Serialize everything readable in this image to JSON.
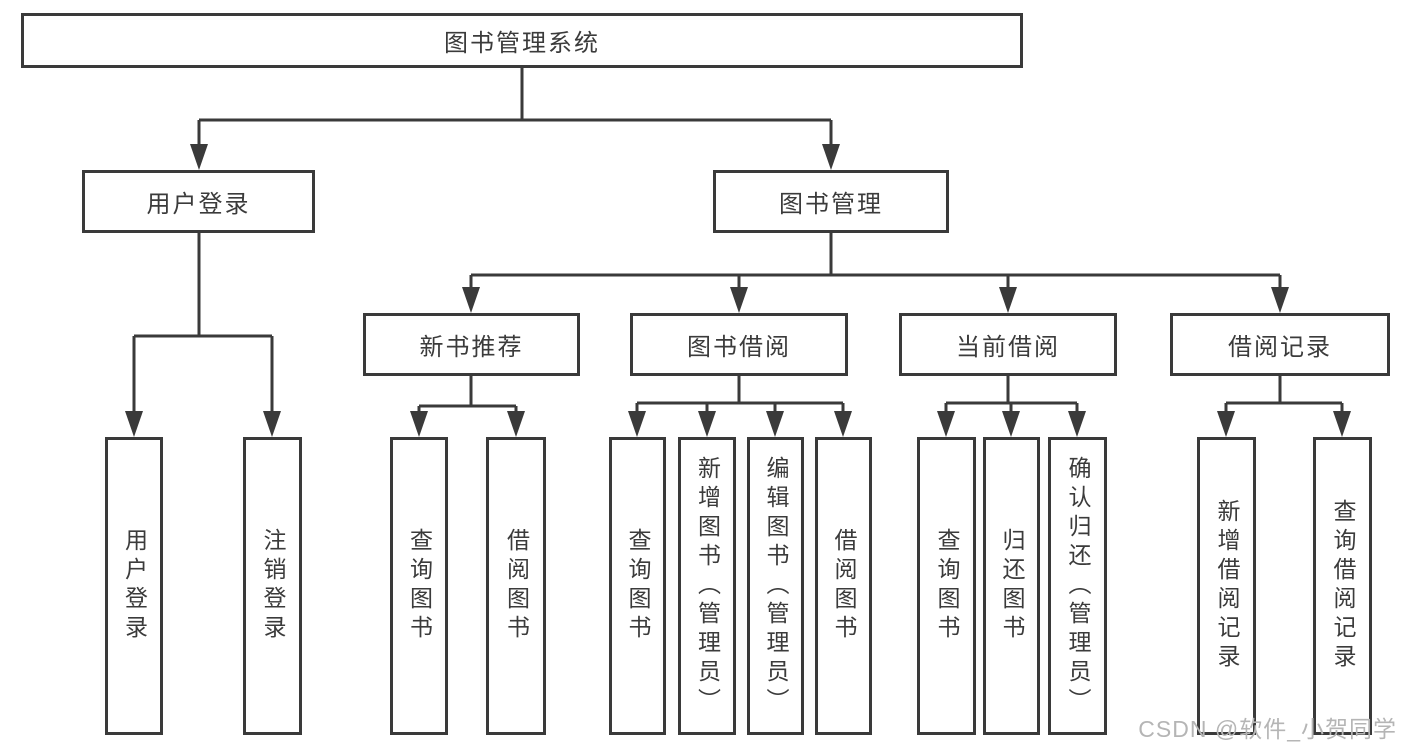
{
  "diagram": {
    "root": {
      "label": "图书管理系统"
    },
    "level2": {
      "user_login": {
        "label": "用户登录"
      },
      "book_management": {
        "label": "图书管理"
      }
    },
    "level3": {
      "new_book_recommend": {
        "label": "新书推荐"
      },
      "book_borrow": {
        "label": "图书借阅"
      },
      "current_borrow": {
        "label": "当前借阅"
      },
      "borrow_records": {
        "label": "借阅记录"
      }
    },
    "leaves": {
      "user_login": {
        "label": "用户登录"
      },
      "logout": {
        "label": "注销登录"
      },
      "recommend_query_books": {
        "label": "查询图书"
      },
      "recommend_borrow_books": {
        "label": "借阅图书"
      },
      "borrow_query_books": {
        "label": "查询图书"
      },
      "borrow_add_book_admin": {
        "label": "新增图书（管理员）"
      },
      "borrow_edit_book_admin": {
        "label": "编辑图书（管理员）"
      },
      "borrow_borrow_books": {
        "label": "借阅图书"
      },
      "current_query_books": {
        "label": "查询图书"
      },
      "current_return_books": {
        "label": "归还图书"
      },
      "current_confirm_return_admin": {
        "label": "确认归还（管理员）"
      },
      "records_add_record": {
        "label": "新增借阅记录"
      },
      "records_query_record": {
        "label": "查询借阅记录"
      }
    }
  },
  "watermark": {
    "text": "CSDN @软件_小贺同学"
  },
  "colors": {
    "line": "#3a3a3a",
    "box_border": "#3a3a3a",
    "box_fill": "#ffffff",
    "text": "#3b3b3b",
    "watermark": "#b5b5b5"
  }
}
